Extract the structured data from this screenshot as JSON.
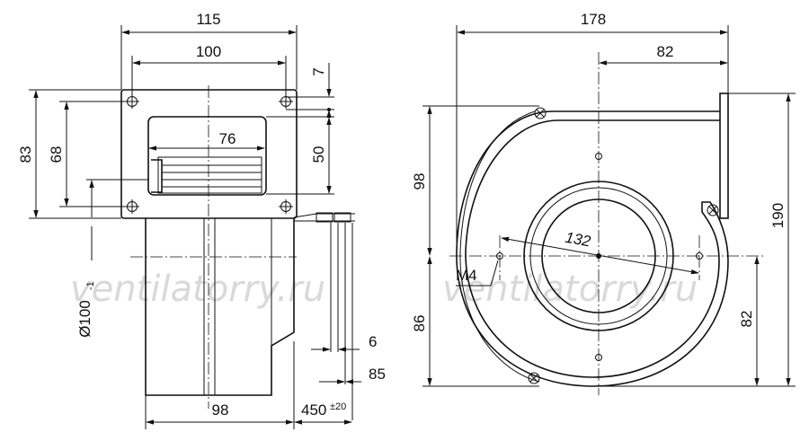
{
  "front_view": {
    "dim_width_outer": "115",
    "dim_hole_spacing": "100",
    "dim_outlet_width": "76",
    "dim_body_width": "98",
    "dim_height_outer": "83",
    "dim_hole_vertical": "68",
    "dim_outlet_height": "50",
    "dim_flange_offset": "7",
    "dim_diameter_prefix": "Ø100",
    "dim_diameter_tolerance": "-1",
    "dim_wire_gap": "6",
    "dim_wire_strip": "85",
    "dim_cable_length": "450",
    "dim_cable_tolerance": "±20"
  },
  "side_view": {
    "dim_overall_width": "178",
    "dim_center_to_flange": "82",
    "dim_overall_height": "190",
    "dim_upper_height": "98",
    "dim_lower_height": "86",
    "dim_center_to_bottom": "82",
    "dim_bolt_circle": "132",
    "label_thread": "M4"
  },
  "watermark": "ventilatorry.ru"
}
